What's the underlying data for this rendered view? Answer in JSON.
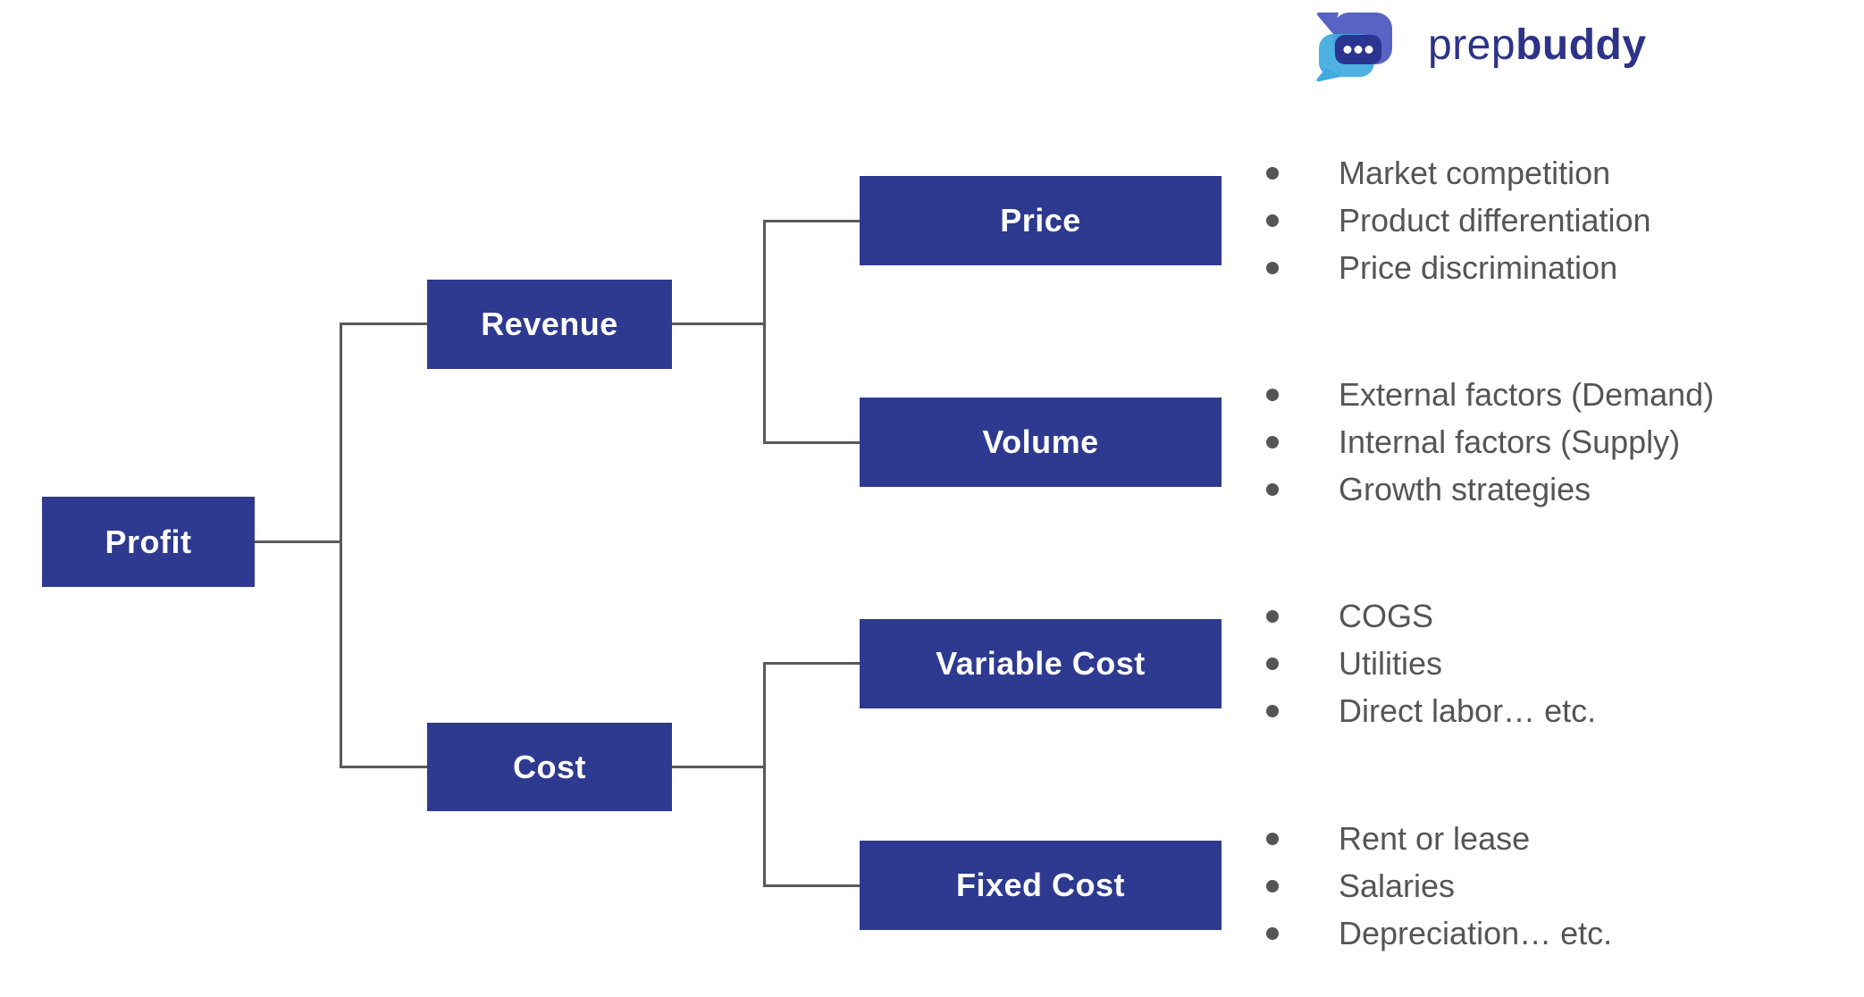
{
  "logo": {
    "prefix": "prep",
    "suffix": "buddy"
  },
  "tree": {
    "root": {
      "label": "Profit"
    },
    "branches": [
      {
        "label": "Revenue",
        "children": [
          {
            "label": "Price",
            "bullets": [
              "Market competition",
              "Product differentiation",
              "Price discrimination"
            ]
          },
          {
            "label": "Volume",
            "bullets": [
              "External factors (Demand)",
              "Internal factors (Supply)",
              "Growth strategies"
            ]
          }
        ]
      },
      {
        "label": "Cost",
        "children": [
          {
            "label": "Variable Cost",
            "bullets": [
              "COGS",
              "Utilities",
              "Direct labor… etc."
            ]
          },
          {
            "label": "Fixed Cost",
            "bullets": [
              "Rent or lease",
              "Salaries",
              "Depreciation… etc."
            ]
          }
        ]
      }
    ]
  },
  "colors": {
    "node_fill": "#2E3A8F",
    "node_text": "#FFFFFF",
    "connector": "#595959",
    "bullet_text": "#555555",
    "logo_indigo": "#2D3389",
    "logo_periwinkle": "#5864C4",
    "logo_lightblue": "#3FAAE0"
  }
}
